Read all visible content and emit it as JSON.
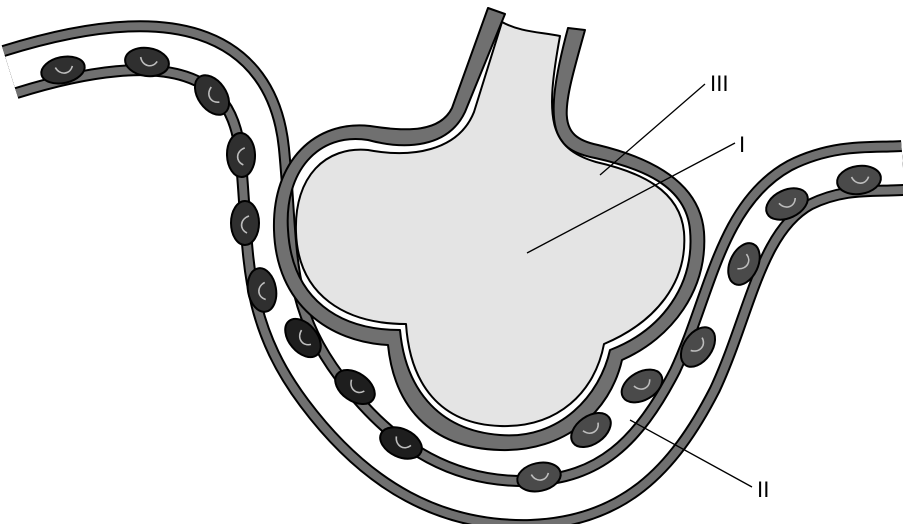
{
  "labels": {
    "alveolus": "I",
    "capillary": "II",
    "alveolar_wall": "III"
  },
  "colors": {
    "background": "#ffffff",
    "outline": "#000000",
    "wall": "#707070",
    "lumen": "#e4e4e4",
    "vessel_lumen": "#ffffff",
    "cell": "#2f2f2f",
    "cell_dark": "#1e1e1e",
    "cell_light": "#4a4a4a",
    "cell_highlight": "#bdbdbd"
  }
}
